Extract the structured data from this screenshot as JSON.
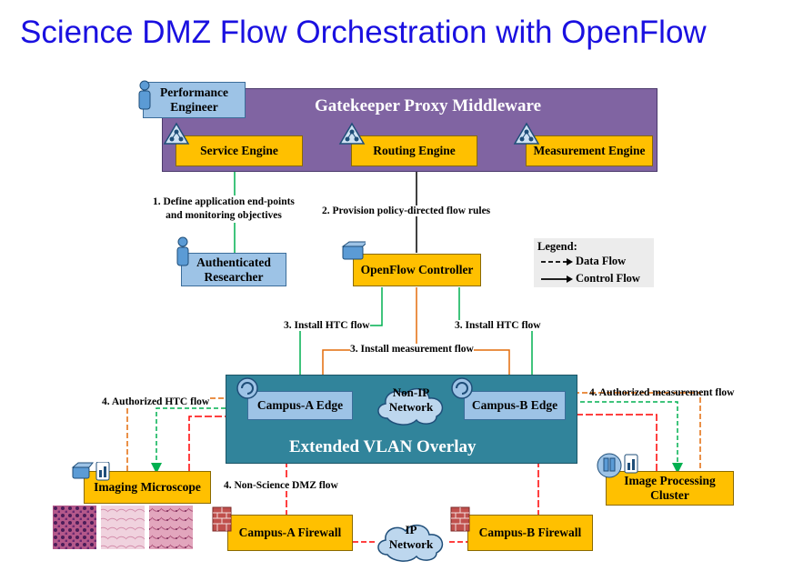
{
  "title": "Science DMZ Flow Orchestration with OpenFlow",
  "middleware": {
    "title": "Gatekeeper Proxy Middleware",
    "engines": [
      "Service Engine",
      "Routing Engine",
      "Measurement Engine"
    ]
  },
  "performance_engineer": "Performance\nEngineer",
  "authenticated_researcher": "Authenticated\nResearcher",
  "openflow_controller": "OpenFlow Controller",
  "legend": {
    "title": "Legend:",
    "data_flow": "Data Flow",
    "control_flow": "Control Flow"
  },
  "vlan_overlay": "Extended VLAN Overlay",
  "campus_a_edge": "Campus-A Edge",
  "campus_b_edge": "Campus-B Edge",
  "non_ip_network": "Non-IP\nNetwork",
  "ip_network": "IP\nNetwork",
  "imaging_microscope": "Imaging Microscope",
  "image_processing_cluster": "Image Processing\nCluster",
  "campus_a_firewall": "Campus-A Firewall",
  "campus_b_firewall": "Campus-B Firewall",
  "steps": {
    "define": "1. Define application end-points\nand monitoring objectives",
    "provision": "2. Provision policy-directed flow rules",
    "install_htc_left": "3. Install HTC flow",
    "install_htc_right": "3. Install HTC flow",
    "install_measurement": "3. Install measurement flow",
    "authorized_htc": "4. Authorized HTC flow",
    "authorized_measurement": "4. Authorized measurement flow",
    "non_science": "4. Non-Science DMZ flow"
  },
  "colors": {
    "title": "#1a10e0",
    "middleware": "#8064a2",
    "engine": "#ffc000",
    "person_box": "#9dc3e6",
    "vlan": "#31849b",
    "green_line": "#00b050",
    "orange_line": "#e46c0a",
    "red_line": "#ff0000"
  }
}
